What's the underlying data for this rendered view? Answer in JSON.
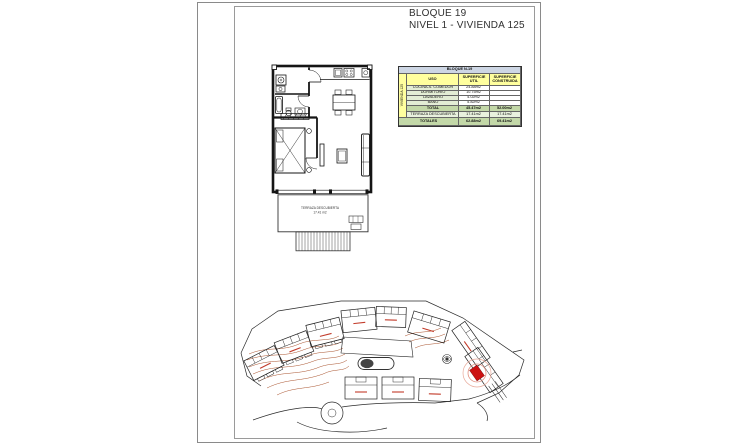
{
  "page": {
    "title_line1": "BLOQUE 19",
    "title_line2": "NIVEL 1 - VIVIENDA 125"
  },
  "table": {
    "title": "BLOQUE N-19",
    "vertical_label": "VIVIENDA 125",
    "headers": {
      "uso": "USO",
      "util": "SUPERFICIE UTIL",
      "construida": "SUPERFICIE CONSTRUIDA"
    },
    "rows": [
      {
        "uso": "COCINA-S. COMEDOR",
        "util": "24.88m2",
        "construida": ""
      },
      {
        "uso": "DORMITORIO",
        "util": "10.75m2",
        "construida": ""
      },
      {
        "uso": "LAVADERO",
        "util": "4.02m2",
        "construida": ""
      },
      {
        "uso": "BAÑO",
        "util": "5.82m2",
        "construida": ""
      }
    ],
    "total_row": {
      "label": "TOTAL",
      "util": "45.47m2",
      "construida": "52.00m2"
    },
    "terraza_row": {
      "label": "TERRAZA DESCUBIERTA",
      "util": "17.41m2",
      "construida": "17.41m2"
    },
    "totales_row": {
      "label": "TOTALES",
      "util": "62.88m2",
      "construida": "69.41m2"
    }
  },
  "floor_plan": {
    "terrace_label_line1": "TERRAZA DESCUBIERTA",
    "terrace_label_line2": "17.41 m2"
  },
  "colors": {
    "table_header_yellow": "#ffff9e",
    "table_total_green": "#c3d8a8",
    "table_title_blue": "#cdd6e4",
    "highlight_red": "#cc1111",
    "contour_brown": "#a8502a"
  }
}
